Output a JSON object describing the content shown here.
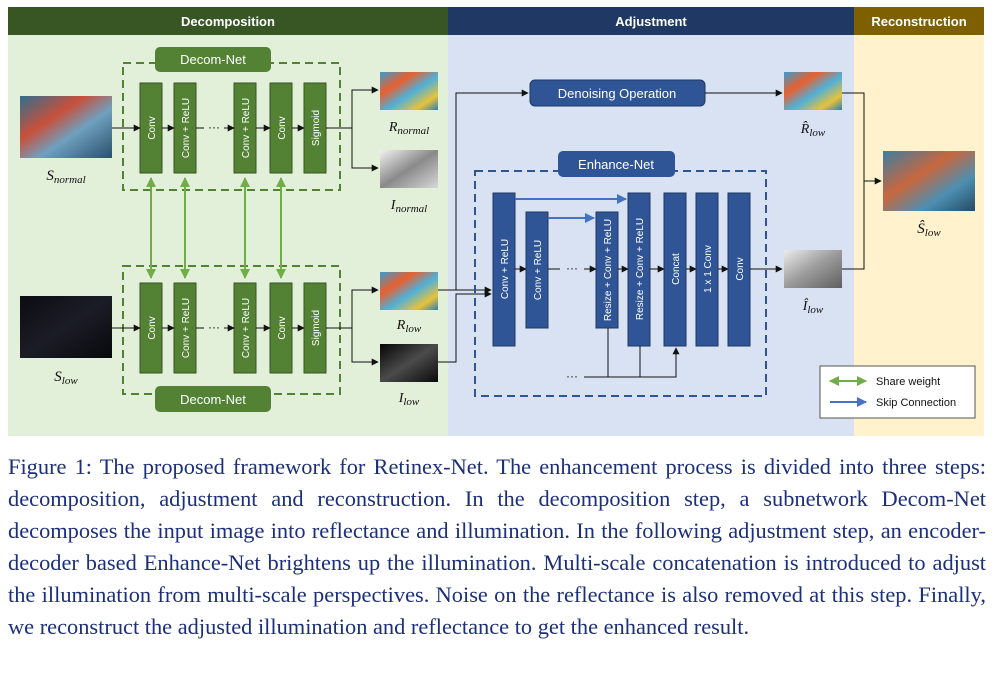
{
  "sections": {
    "decomposition": "Decomposition",
    "adjustment": "Adjustment",
    "reconstruction": "Reconstruction"
  },
  "decom_net": {
    "title_top": "Decom-Net",
    "title_bottom": "Decom-Net",
    "layers": [
      "Conv",
      "Conv + ReLU",
      "Conv + ReLU",
      "Conv",
      "Sigmoid"
    ],
    "ellipsis": "···"
  },
  "enhance_net": {
    "title": "Enhance-Net",
    "layers": [
      "Conv + ReLU",
      "Conv + ReLU",
      "Resize + Conv + ReLU",
      "Resize + Conv + ReLU",
      "Concat",
      "1 x 1 Conv",
      "Conv"
    ],
    "ellipsis": "···"
  },
  "denoising": {
    "label": "Denoising Operation"
  },
  "images": {
    "s_normal": {
      "base": "S",
      "sub": "normal"
    },
    "s_low": {
      "base": "S",
      "sub": "low"
    },
    "r_normal": {
      "base": "R",
      "sub": "normal"
    },
    "i_normal": {
      "base": "I",
      "sub": "normal"
    },
    "r_low": {
      "base": "R",
      "sub": "low"
    },
    "i_low": {
      "base": "I",
      "sub": "low"
    },
    "r_hat_low": {
      "base": "R̂",
      "sub": "low"
    },
    "i_hat_low": {
      "base": "Î",
      "sub": "low"
    },
    "s_hat_low": {
      "base": "Ŝ",
      "sub": "low"
    }
  },
  "legend": {
    "share_weight": "Share weight",
    "skip_connection": "Skip Connection"
  },
  "colors": {
    "decomp_header": "#375623",
    "adjust_header": "#1f3864",
    "recon_header": "#7f6000",
    "decomp_bg": "#e2efd9",
    "adjust_bg": "#d9e2f3",
    "recon_bg": "#fff2cc",
    "green_block": "#548235",
    "blue_block": "#2f5597",
    "share_weight_arrow": "#70ad47",
    "skip_arrow": "#4472c4"
  },
  "caption": "Figure 1: The proposed framework for Retinex-Net. The enhancement process is divided into three steps: decomposition, adjustment and reconstruction. In the decomposition step, a subnetwork Decom-Net decomposes the input image into reflectance and illumination. In the following adjustment step, an encoder-decoder based Enhance-Net brightens up the illumination. Multi-scale concatenation is introduced to adjust the illumination from multi-scale perspectives. Noise on the reflectance is also removed at this step. Finally, we reconstruct the adjusted illumination and reflectance to get the enhanced result."
}
